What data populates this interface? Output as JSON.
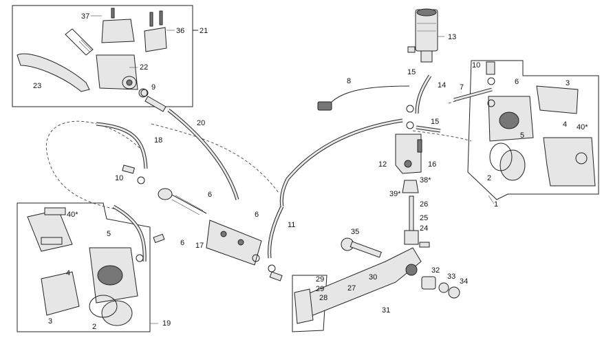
{
  "labels": {
    "l1": "1",
    "l2a": "2",
    "l2b": "2",
    "l3a": "3",
    "l3b": "3",
    "l4a": "4",
    "l4b": "4",
    "l5a": "5",
    "l5b": "5",
    "l6a": "6",
    "l6b": "6",
    "l6c": "6",
    "l7": "7",
    "l8": "8",
    "l9": "9",
    "l10": "10",
    "l11": "11",
    "l12": "12",
    "l13": "13",
    "l14": "14",
    "l15": "15",
    "l16": "16",
    "l17": "17",
    "l18": "18",
    "l19": "19",
    "l20": "20",
    "l21": "21",
    "l22": "22",
    "l23": "23",
    "l24": "24",
    "l25": "25",
    "l26": "26",
    "l27": "27",
    "l28": "28",
    "l29a": "29",
    "l29b": "29",
    "l30": "30",
    "l31": "31",
    "l32": "32",
    "l33": "33",
    "l34": "34",
    "l35": "35",
    "l36": "36",
    "l37": "37",
    "l38": "38*",
    "l39": "39*",
    "l40a": "40*",
    "l40b": "40*"
  }
}
